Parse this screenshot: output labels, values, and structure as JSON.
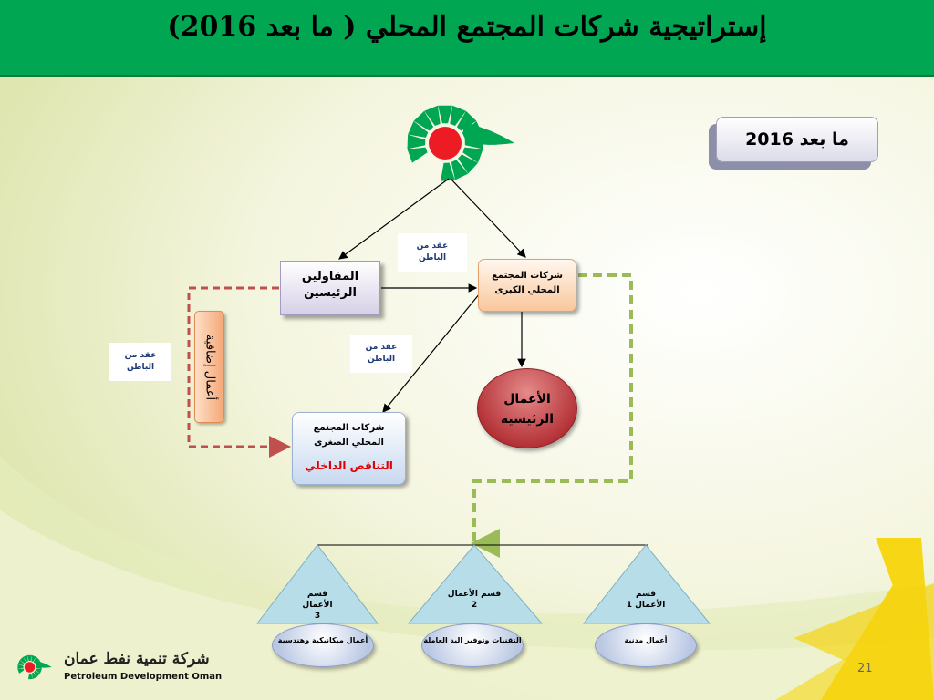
{
  "header": {
    "title": "إستراتيجية شركات المجتمع المحلي ( ما بعد 2016)"
  },
  "year_box": {
    "label": "ما بعد 2016"
  },
  "nodes": {
    "main_contractors": {
      "line1": "المقاولين",
      "line2": "الرئيسين"
    },
    "large_lcc": {
      "line1": "شركات المجتمع",
      "line2": "المحلي الكبرى"
    },
    "small_lcc": {
      "line1": "شركات المجتمع",
      "line2": "المحلي الصغرى",
      "note": "التناقص الداخلي"
    },
    "core_work": {
      "line1": "الأعمال",
      "line2": "الرئيسية"
    },
    "extra_work": {
      "label": "أعمال إضافية"
    }
  },
  "notes": [
    {
      "line1": "عقد من",
      "line2": "الباطن"
    },
    {
      "line1": "عقد من",
      "line2": "الباطن"
    },
    {
      "line1": "عقد من",
      "line2": "الباطن"
    }
  ],
  "departments": [
    {
      "line1": "قسم",
      "line2": "الأعمال 1",
      "service": "أعمال مدنية"
    },
    {
      "line1": "قسم الأعمال",
      "line2": "2",
      "service": "التقنيات وتوفير اليد العاملة"
    },
    {
      "line1": "قسم",
      "line2": "الأعمال",
      "line3": "3",
      "service": "أعمال ميكانيكية وهندسية"
    }
  ],
  "footer": {
    "company_ar": "شركة تنمية نفط عمان",
    "company_en": "Petroleum Development Oman",
    "page_number": "21"
  },
  "colors": {
    "header_green": "#00a651",
    "logo_green": "#00a651",
    "logo_red": "#ed1c24",
    "dashed_red": "#c0504d",
    "dashed_green": "#9bbb59"
  }
}
